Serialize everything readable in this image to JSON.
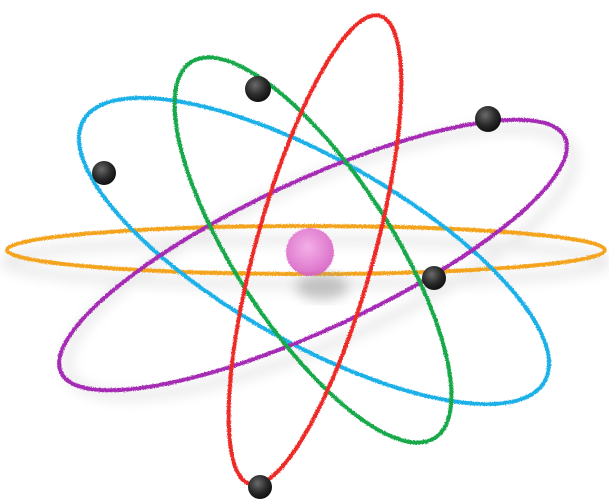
{
  "illustration": {
    "subject": "atom",
    "colors": {
      "background": "#ffffff",
      "nucleus": "#e07ad0",
      "nucleus_shadow": "#9a9a9a",
      "electron": "#2a2a2a",
      "orbit_orange": "#f3a41f",
      "orbit_purple": "#a52ab4",
      "orbit_blue": "#1eb0e8",
      "orbit_green": "#17a84a",
      "orbit_red": "#ee2b26"
    },
    "orbits": [
      {
        "name": "orbit-orange",
        "color_key": "orbit_orange"
      },
      {
        "name": "orbit-blue",
        "color_key": "orbit_blue"
      },
      {
        "name": "orbit-purple",
        "color_key": "orbit_purple"
      },
      {
        "name": "orbit-green",
        "color_key": "orbit_green"
      },
      {
        "name": "orbit-red",
        "color_key": "orbit_red"
      }
    ],
    "electron_count": 5
  }
}
